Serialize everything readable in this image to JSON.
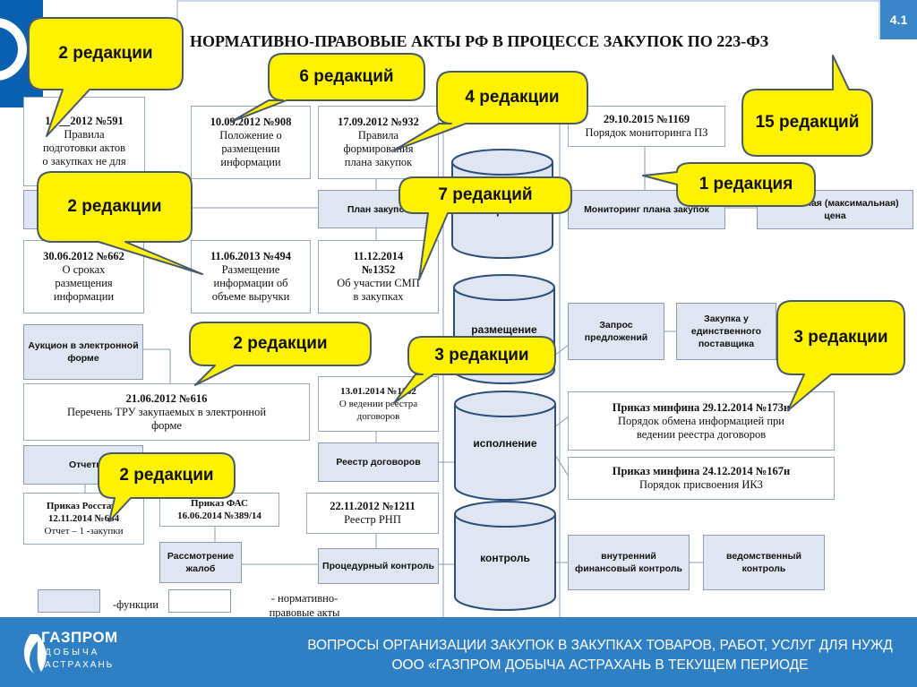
{
  "slide_number": "4.1",
  "title": "НОРМАТИВНО-ПРАВОВЫЕ АКТЫ РФ В ПРОЦЕССЕ ЗАКУПОК ПО 223-ФЗ",
  "acts": {
    "a591": [
      "14.__2012 №591",
      "Правила",
      "подготовки актов",
      "о закупках не для"
    ],
    "a908": [
      "10.09.2012 №908",
      "Положение о",
      "размещении",
      "информации"
    ],
    "a932": [
      "17.09.2012 №932",
      "Правила",
      "формирования",
      "плана закупок"
    ],
    "a1169": [
      "29.10.2015 №1169",
      "Порядок мониторинга ПЗ"
    ],
    "a662": [
      "30.06.2012 №662",
      "О сроках",
      "размещения",
      "информации"
    ],
    "a494": [
      "11.06.2013 №494",
      "Размещение",
      "информации об",
      "объеме выручки"
    ],
    "a1352": [
      "11.12.2014",
      "№1352",
      "Об участии СМП",
      "в закупках"
    ],
    "a616": [
      "21.06.2012 №616",
      "Перечень ТРУ закупаемых в электронной",
      "форме"
    ],
    "a1132": [
      "13.01.2014 №1132",
      "О ведении реестра",
      "договоров"
    ],
    "a173n": [
      "Приказ минфина 29.12.2014 №173н",
      "Порядок обмена информацией при",
      "ведении реестра договоров"
    ],
    "a167n": [
      "Приказ минфина 24.12.2014 №167н",
      "Порядок присвоения ИКЗ"
    ],
    "a354": [
      "Приказ Росстата",
      "12.11.2014 №654",
      "Отчет – 1 -закупки"
    ],
    "a389": [
      "Приказ ФАС",
      "16.06.2014 №389/14"
    ],
    "a1211": [
      "22.11.2012 №1211",
      "Реестр РНП"
    ]
  },
  "functions": {
    "plan": "План закупок",
    "monitoring": "Мониторинг плана закупок",
    "nmc": "Начальная (максимальная) цена",
    "auction": "Аукцион в электронной форме",
    "request": "Запрос предложений",
    "single": "Закупка у единственного поставщика",
    "registry": "Реестр договоров",
    "reports": "Отчеты",
    "complaints": "Рассмотрение жалоб",
    "proc_control": "Процедурный контроль",
    "internal": "внутренний финансовый контроль",
    "departmental": "ведомственный контроль"
  },
  "stages": [
    "планирование",
    "размещение",
    "исполнение",
    "контроль"
  ],
  "callouts": {
    "c1": "2 редакции",
    "c2": "6 редакций",
    "c3": "4 редакции",
    "c4": "15 редакций",
    "c5": "1 редакция",
    "c6": "2 редакции",
    "c7": "7 редакций",
    "c8": "2 редакции",
    "c9": "3 редакции",
    "c10": "3 редакции",
    "c11": "2 редакции"
  },
  "legend": {
    "functions": "-функции",
    "acts": "- нормативно-правовые акты"
  },
  "footer": {
    "text": "ВОПРОСЫ ОРГАНИЗАЦИИ ЗАКУПОК В ЗАКУПКАХ ТОВАРОВ, РАБОТ, УСЛУГ ДЛЯ НУЖД ООО «ГАЗПРОМ ДОБЫЧА АСТРАХАНЬ В ТЕКУЩЕМ ПЕРИОДЕ",
    "logo_top": "ГАЗПРОМ",
    "logo_mid": "ДОБЫЧА",
    "logo_bottom": "АСТРАХАНЬ"
  },
  "colors": {
    "accent_blue": "#2f7fc4",
    "callout_fill": "#fff200",
    "function_fill": "#dfe6f1"
  }
}
